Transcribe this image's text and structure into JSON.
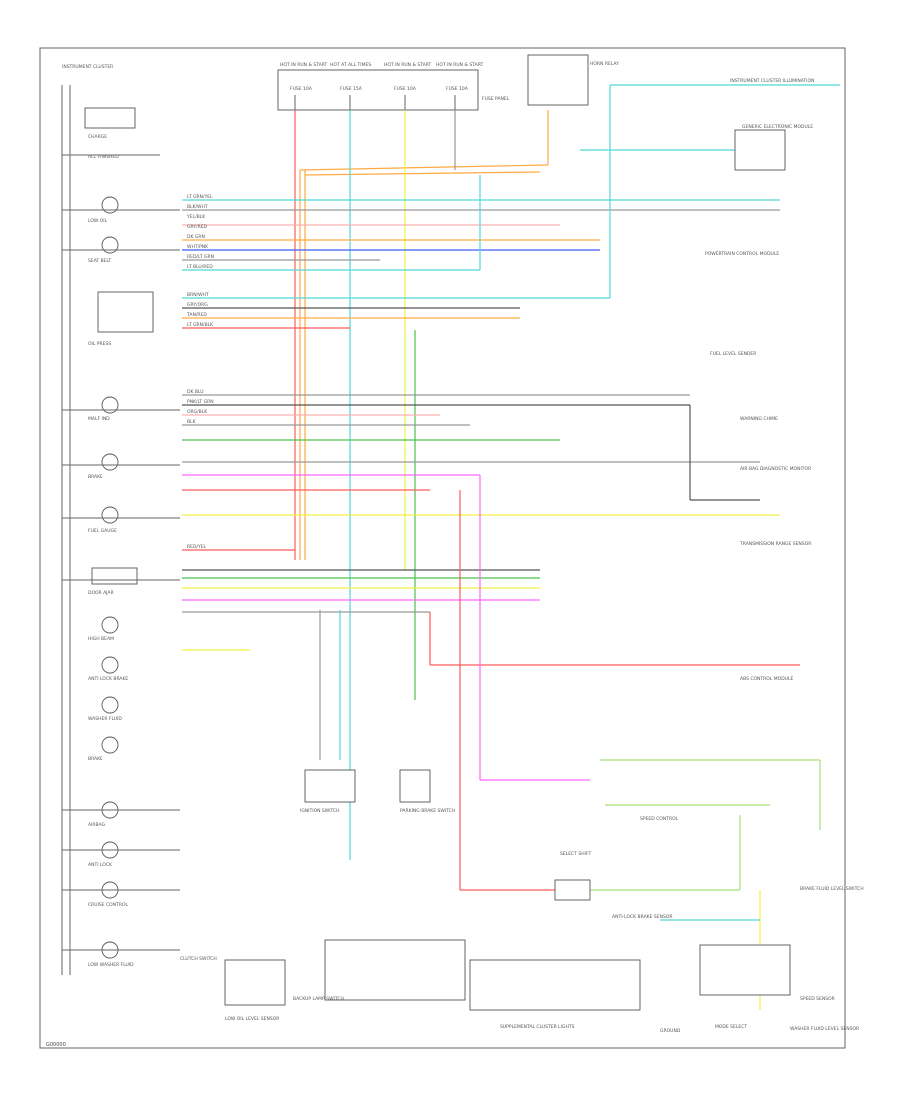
{
  "title": "INSTRUMENT CLUSTER",
  "footer_code": "G00000",
  "colors": {
    "red": "#ff5a5a",
    "orange": "#ffaa44",
    "yellow": "#f2f046",
    "green": "#4ec24e",
    "cyan": "#4fd8d8",
    "blue": "#3c5cff",
    "magenta": "#ff66ff",
    "pink": "#ffb0b0",
    "gray": "#999999",
    "black": "#555555",
    "lightgreen": "#a6e07a"
  },
  "fuses": [
    {
      "id": "f1",
      "label": "HOT IN RUN & START",
      "fuse": "FUSE 10A"
    },
    {
      "id": "f2",
      "label": "HOT AT ALL TIMES",
      "fuse": "FUSE 15A"
    },
    {
      "id": "f3",
      "label": "HOT IN RUN & START",
      "fuse": "FUSE 10A"
    },
    {
      "id": "f4",
      "label": "HOT IN RUN & START",
      "fuse": "FUSE 10A"
    }
  ],
  "fuse_note": "FUSE PANEL",
  "relay_label": "HORN RELAY",
  "left_components": [
    "CHARGE",
    "ALL FINISHED",
    "LOW OIL",
    "SEAT BELT",
    "OIL PRESS",
    "MALF IND",
    "BRAKE",
    "FUEL GAUGE",
    "DOOR AJAR",
    "HIGH BEAM",
    "ANTI LOCK BRAKE",
    "WASHER FLUID",
    "BRAKE",
    "AIRBAG",
    "ANTI LOCK",
    "CRUISE CONTROL",
    "LOW WASHER FLUID"
  ],
  "right_labels": [
    "GENERIC ELECTRONIC MODULE",
    "INSTRUMENT CLUSTER ILLUMINATION",
    "POWERTRAIN CONTROL MODULE",
    "FUEL LEVEL SENDER",
    "WARNING CHIME",
    "AIR BAG DIAGNOSTIC MONITOR",
    "TRANSMISSION RANGE SENSOR",
    "ABS CONTROL MODULE",
    "BRAKE FLUID LEVEL SWITCH",
    "SPEED SENSOR"
  ],
  "wire_labels": [
    "LT GRN/YEL",
    "BLK/WHT",
    "YEL/BLK",
    "GRY/RED",
    "DK GRN",
    "WHT/PNK",
    "RED/LT GRN",
    "LT BLU/RED",
    "BRN/WHT",
    "GRY/ORG",
    "TAN/RED",
    "LT GRN/BLK",
    "DK BLU",
    "PNK/LT GRN",
    "ORG/BLK",
    "BLK",
    "RED/YEL"
  ],
  "bottom_labels": [
    "IGNITION SWITCH",
    "PARKING BRAKE SWITCH",
    "SUPPLEMENTAL CLUSTER LIGHTS",
    "LOW OIL LEVEL SENSOR",
    "SELECT SHIFT",
    "SPEED CONTROL",
    "ANTI-LOCK BRAKE SENSOR",
    "CLUTCH SWITCH",
    "BACKUP LAMP SWITCH",
    "GROUND",
    "MODE SELECT",
    "WASHER FLUID LEVEL SENSOR"
  ]
}
